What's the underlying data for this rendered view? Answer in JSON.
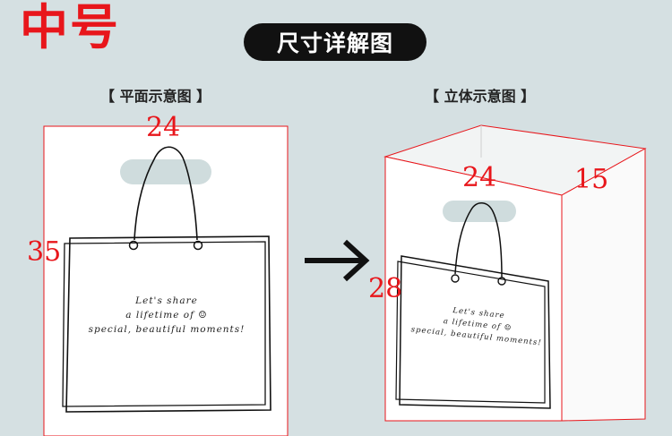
{
  "header": {
    "size_title": "中号",
    "section_title": "尺寸详解图"
  },
  "views": {
    "flat_label": "【 平面示意图 】",
    "threed_label": "【 立体示意图 】"
  },
  "flat_bag": {
    "width": "24",
    "height": "35",
    "slogan_lines": [
      "Let's share",
      "a lifetime of ☺",
      "special, beautiful moments!"
    ]
  },
  "threed_bag": {
    "width": "24",
    "depth": "15",
    "height": "28",
    "slogan_lines": [
      "Let's share",
      "a lifetime of ☺",
      "special, beautiful moments!"
    ]
  },
  "colors": {
    "accent": "#e8161b",
    "background": "#d5e0e2",
    "handle": "#cfdcdd"
  },
  "icons": {
    "arrow": "arrow-right-icon"
  }
}
